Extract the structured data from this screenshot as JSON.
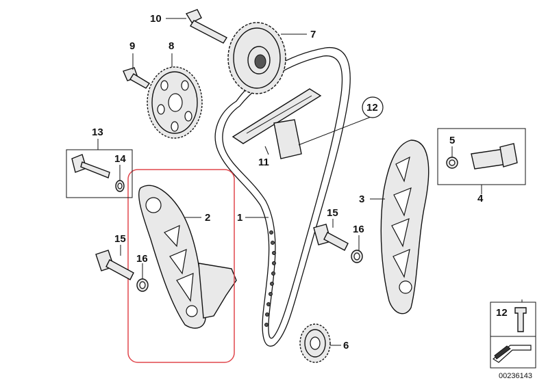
{
  "diagram": {
    "callouts": [
      "10",
      "7",
      "9",
      "8",
      "12",
      "13",
      "14",
      "11",
      "5",
      "2",
      "1",
      "3",
      "15",
      "16",
      "15",
      "16",
      "4",
      "6",
      "12"
    ],
    "document_id": "00236143",
    "highlight_color": "#e0464c"
  }
}
